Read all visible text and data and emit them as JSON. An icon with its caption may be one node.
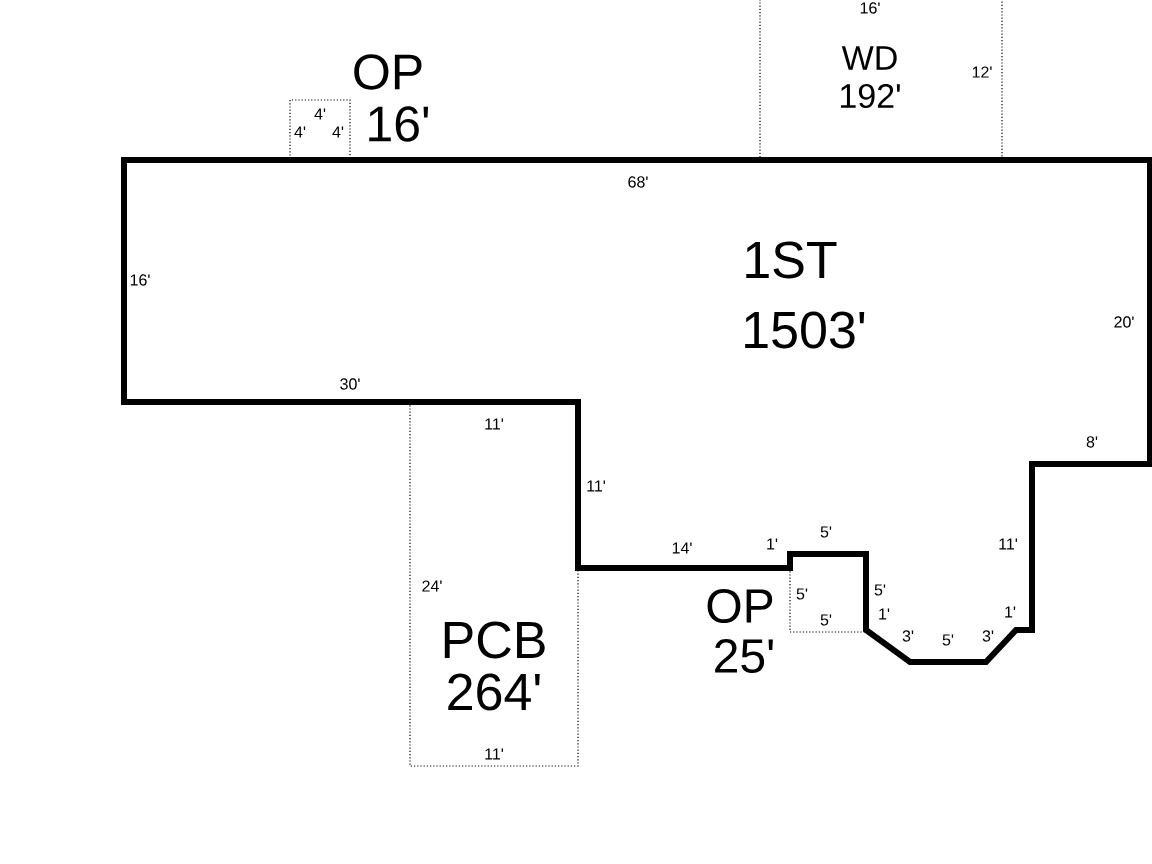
{
  "diagram": {
    "nodes": [
      {
        "text": [
          "1ST",
          "1503'"
        ]
      },
      {
        "text": [
          "OP",
          "16'"
        ]
      },
      {
        "text": [
          "WD",
          "192'"
        ]
      },
      {
        "text": [
          "PCB",
          "264'"
        ]
      },
      {
        "text": [
          "OP",
          "25'"
        ]
      }
    ],
    "labels": [
      "16'",
      "12'",
      "4'",
      "4'",
      "4'",
      "68'",
      "16'",
      "20'",
      "30'",
      "11'",
      "8'",
      "11'",
      "5'",
      "1'",
      "14'",
      "11'",
      "24'",
      "5'",
      "5'",
      "1'",
      "5'",
      "1'",
      "3'",
      "3'",
      "5'",
      "11'"
    ]
  }
}
